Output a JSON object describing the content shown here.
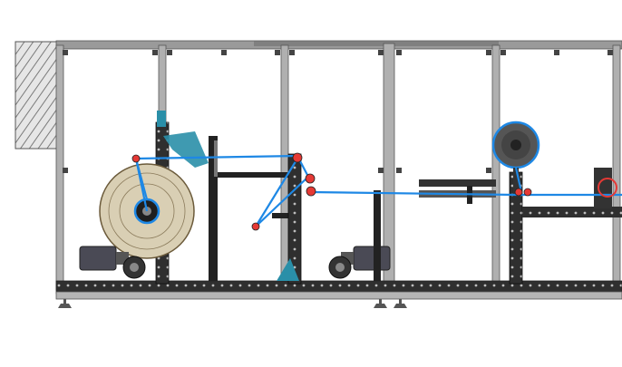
{
  "diagram": {
    "subject": "machine-frame-side-view",
    "colors": {
      "frame": "#8c8c8c",
      "frame_dark": "#3a3a3a",
      "beam": "#2b2b2b",
      "web_path": "#1e88e5",
      "roller_red": "#e53935",
      "reel_fill": "#d9cfb4",
      "reel_stroke": "#6b5a3a",
      "motor": "#4a4a55",
      "teal_part": "#2a8fa8",
      "background": "#ffffff"
    },
    "components": [
      "hatched-side-panel",
      "unwind-reel",
      "dancer-arm",
      "guide-rollers",
      "web-path",
      "drive-motor-left",
      "drive-motor-center",
      "slitting-unit",
      "rewind-spindle",
      "base-frame",
      "leveling-feet"
    ]
  }
}
